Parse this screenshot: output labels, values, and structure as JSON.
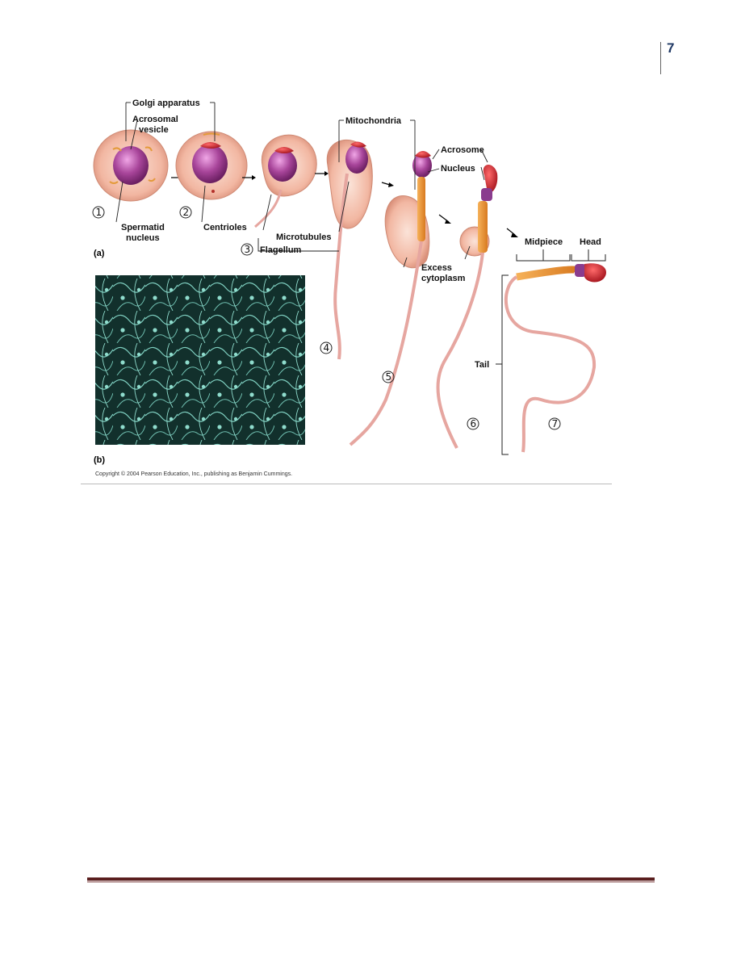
{
  "page": {
    "number": "7"
  },
  "figure": {
    "panel_a_label": "(a)",
    "panel_b_label": "(b)",
    "steps": [
      "1",
      "2",
      "3",
      "4",
      "5",
      "6",
      "7"
    ],
    "labels": {
      "golgi": "Golgi apparatus",
      "acrosomal_line1": "Acrosomal",
      "acrosomal_line2": "vesicle",
      "spermatid_line1": "Spermatid",
      "spermatid_line2": "nucleus",
      "centrioles": "Centrioles",
      "microtubules": "Microtubules",
      "flagellum": "Flagellum",
      "mitochondria": "Mitochondria",
      "acrosome": "Acrosome",
      "nucleus": "Nucleus",
      "excess_line1": "Excess",
      "excess_line2": "cytoplasm",
      "midpiece": "Midpiece",
      "head": "Head",
      "tail": "Tail"
    },
    "copyright": "Copyright © 2004 Pearson Education, Inc., publishing as Benjamin Cummings.",
    "colors": {
      "cell": "#f2b7a2",
      "nucleus": "#a8459a",
      "acrosome": "#c8202a",
      "midpiece": "#e8902f",
      "tail": "#e6a6a0",
      "micrograph_bg": "#12302c",
      "micrograph_fg": "#7ecfc0"
    }
  }
}
